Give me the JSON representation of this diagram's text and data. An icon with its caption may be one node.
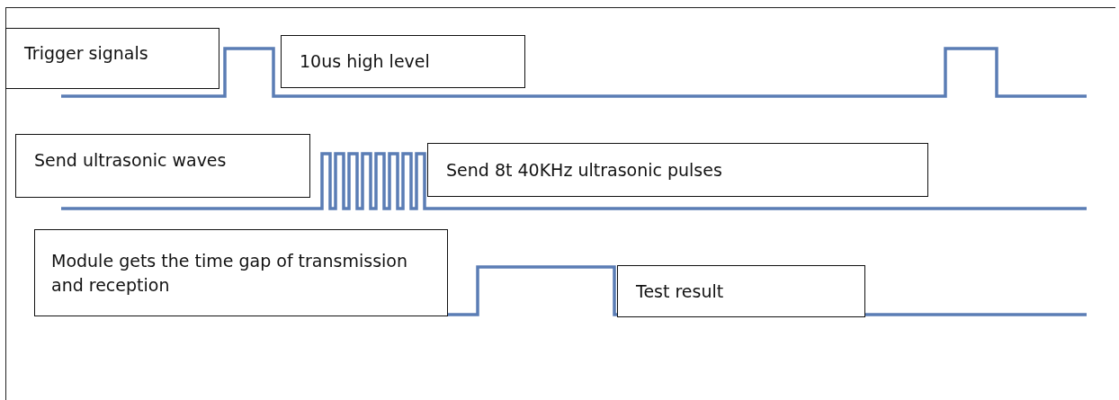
{
  "diagram": {
    "nodes": [
      {
        "text": [
          "Trigger signals"
        ]
      },
      {
        "text": [
          "10us high level"
        ]
      },
      {
        "text": [
          "Send ultrasonic waves"
        ]
      },
      {
        "text": [
          "Send 8t 40KHz ultrasonic pulses"
        ]
      },
      {
        "text": [
          "Module gets the time gap of transmission and reception"
        ]
      },
      {
        "text": [
          "Test result"
        ]
      }
    ]
  }
}
